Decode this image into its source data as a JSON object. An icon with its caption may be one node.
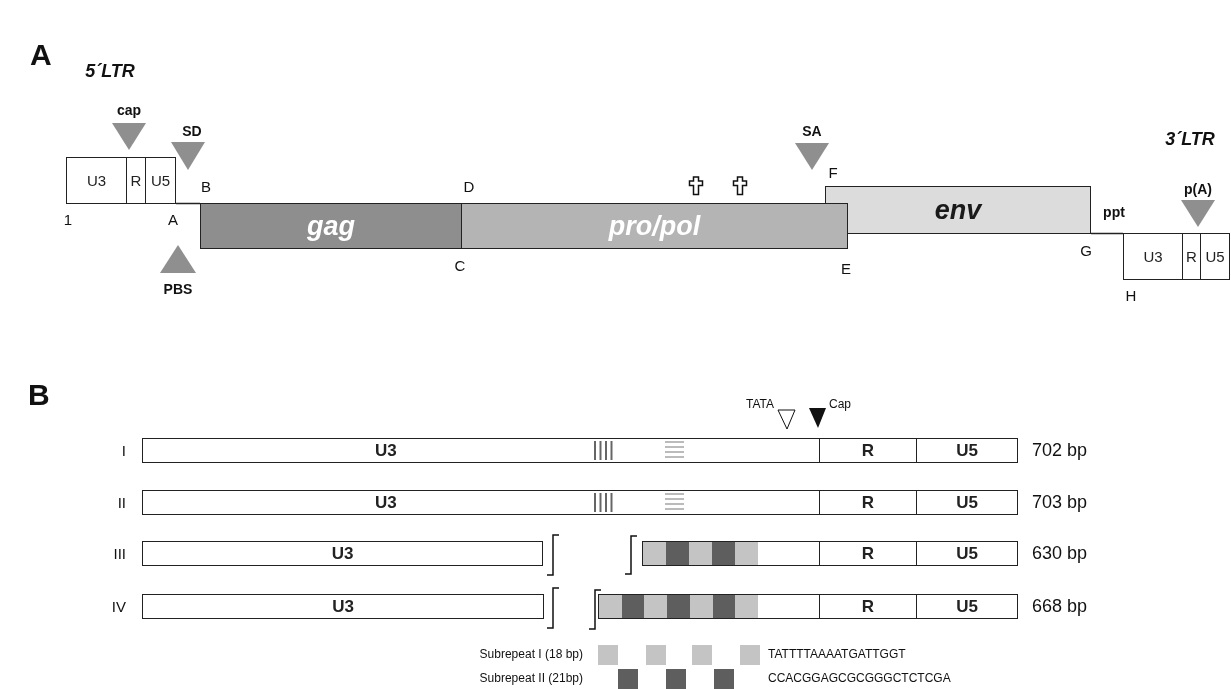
{
  "diagram": {
    "nodes": [
      {
        "text": [
          "U3"
        ]
      },
      {
        "text": [
          "R"
        ]
      },
      {
        "text": [
          "U5"
        ]
      },
      {
        "text": [
          "gag"
        ]
      },
      {
        "text": [
          "pro/pol"
        ]
      },
      {
        "text": [
          "env"
        ]
      },
      {
        "text": [
          "U3"
        ]
      },
      {
        "text": [
          "R"
        ]
      },
      {
        "text": [
          "U5"
        ]
      },
      {
        "text": [
          "U3"
        ]
      },
      {
        "text": [
          "R"
        ]
      },
      {
        "text": [
          "U5"
        ]
      },
      {
        "text": [
          "U3"
        ]
      },
      {
        "text": [
          "R"
        ]
      },
      {
        "text": [
          "U5"
        ]
      },
      {
        "text": [
          "U3"
        ]
      },
      {
        "text": [],
        "shape": "box"
      },
      {
        "text": [
          "R"
        ]
      },
      {
        "text": [
          "U5"
        ]
      },
      {
        "text": [
          "U3"
        ]
      },
      {
        "text": [],
        "shape": "box"
      },
      {
        "text": [
          "R"
        ]
      },
      {
        "text": [
          "U5"
        ]
      }
    ],
    "edges": [
      {
        "from": 2,
        "to": 3,
        "arrow": "none"
      },
      {
        "from": 5,
        "to": 6,
        "arrow": "none"
      }
    ],
    "labels": [
      "A",
      "5´LTR",
      "cap",
      "SD",
      "SA",
      "3´LTR",
      "p(A)",
      "1",
      "A",
      "B",
      "D",
      "F",
      "C",
      "E",
      "G",
      "ppt",
      "H",
      "PBS",
      "B",
      "TATA",
      "Cap",
      "I",
      "702 bp",
      "II",
      "703 bp",
      "III",
      "630 bp",
      "IV",
      "668 bp",
      "TATTTTAAAATGATTGGT",
      "CCACGGAGCGCGGGCTCTCGA"
    ],
    "legend": [
      {
        "text": "Subrepeat I (18 bp)",
        "color": "#c4c4c4"
      },
      {
        "text": "Subrepeat II (21bp)",
        "color": "#5e5e5e"
      }
    ]
  }
}
